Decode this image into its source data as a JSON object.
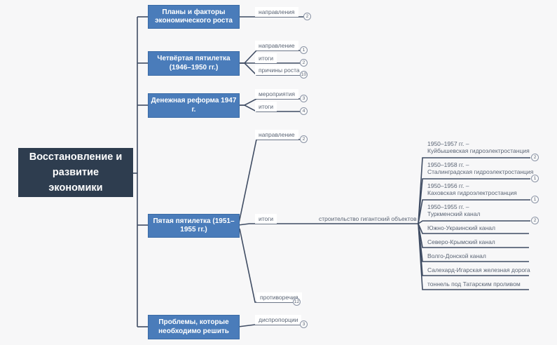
{
  "colors": {
    "background": "#f7f7f8",
    "root_bg": "#2e3d4f",
    "branch_bg": "#4a7cba",
    "branch_border": "#3a6ba6",
    "line": "#3f4c63",
    "leaf_text": "#5b6575",
    "badge_border": "#8a93a5"
  },
  "root": {
    "label": "Восстановление и развитие экономики"
  },
  "branches": [
    {
      "label": "Планы и факторы экономического роста",
      "children": [
        {
          "label": "направления",
          "badge": "2"
        }
      ]
    },
    {
      "label": "Четвёртая пятилетка (1946–1950 гг.)",
      "children": [
        {
          "label": "направление",
          "badge": "1"
        },
        {
          "label": "итоги",
          "badge": "2"
        },
        {
          "label": "причины роста",
          "badge": "10"
        }
      ]
    },
    {
      "label": "Денежная реформа 1947 г.",
      "children": [
        {
          "label": "мероприятия",
          "badge": "3"
        },
        {
          "label": "итоги",
          "badge": "4"
        }
      ]
    },
    {
      "label": "Пятая пятилетка (1951–1955 гг.)",
      "children": [
        {
          "label": "направление",
          "badge": "2"
        },
        {
          "label": "итоги",
          "sub": "строительство гигантский объектов"
        },
        {
          "label": "противоречия",
          "badge": "12"
        }
      ]
    },
    {
      "label": "Проблемы, которые необходимо решить",
      "children": [
        {
          "label": "диспропорции",
          "badge": "3"
        }
      ]
    }
  ],
  "projects": [
    {
      "line1": "1950–1957 гг. –",
      "line2": "Куйбышевская гидроэлектростанция",
      "badge": "2"
    },
    {
      "line1": "1950–1958 гг. –",
      "line2": "Сталинградская гидроэлектростанция",
      "badge": "1"
    },
    {
      "line1": "1950–1956 гг. –",
      "line2": "Каховская гидроэлектростанция",
      "badge": "1"
    },
    {
      "line1": "1950–1955 гг. –",
      "line2": "Туркменский канал",
      "badge": "2"
    },
    {
      "label": "Южно-Украинский канал"
    },
    {
      "label": "Северо-Крымский канал"
    },
    {
      "label": "Волго-Донской канал"
    },
    {
      "label": "Салехард-Игарская железная дорога"
    },
    {
      "label": "тоннель под Татарским проливом"
    }
  ]
}
